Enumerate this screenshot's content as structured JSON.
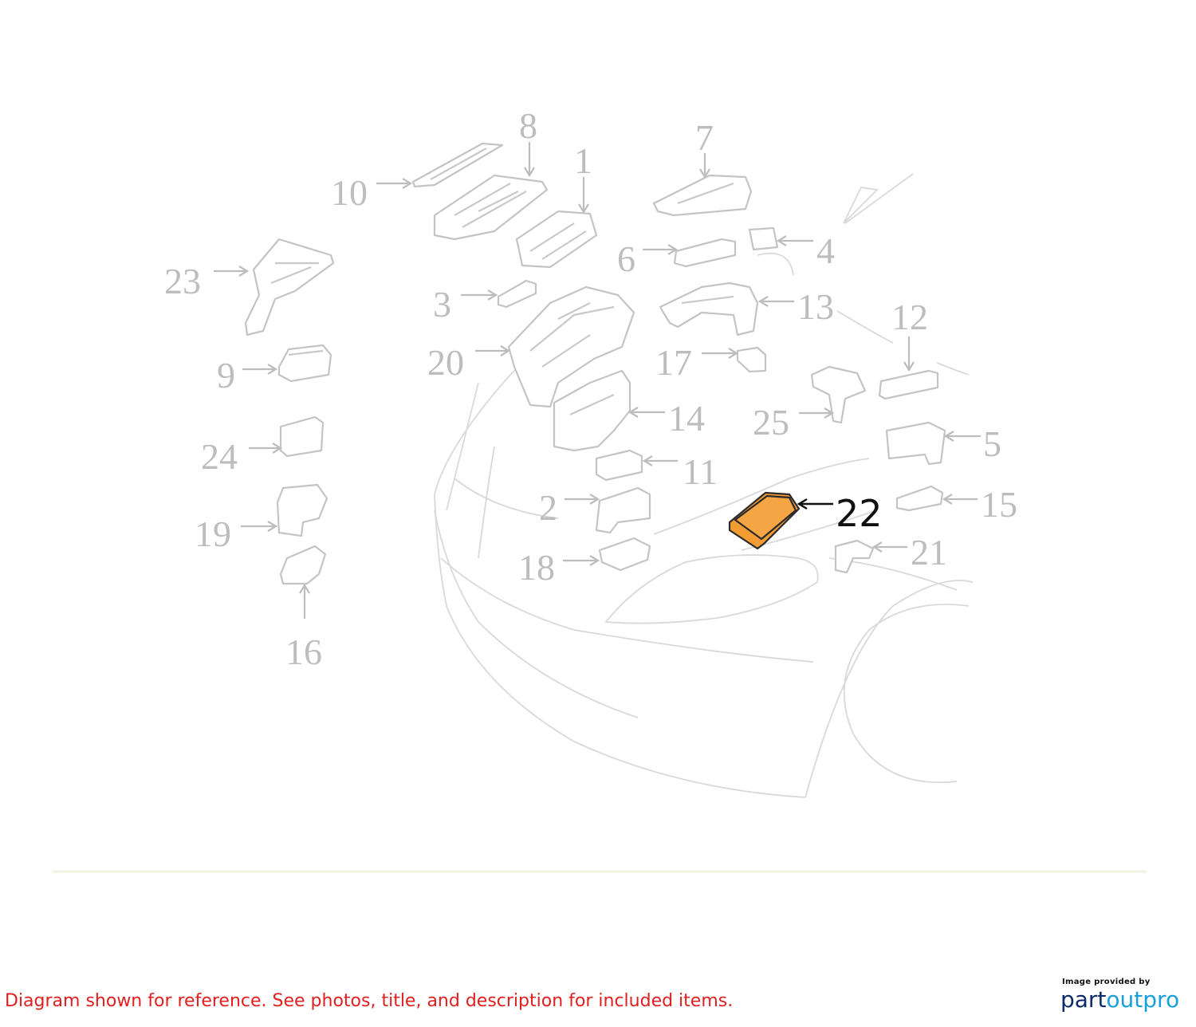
{
  "diagram": {
    "labels": [
      "10",
      "8",
      "1",
      "7",
      "6",
      "4",
      "23",
      "3",
      "13",
      "12",
      "20",
      "17",
      "9",
      "14",
      "25",
      "24",
      "5",
      "11",
      "2",
      "22",
      "15",
      "19",
      "21",
      "18",
      "16"
    ],
    "highlighted_part": "22",
    "highlight_color": "#f39c33"
  },
  "footer": {
    "note": "Diagram shown for reference. See photos, title, and description for included items.",
    "provided_by": "Image provided by",
    "logo_part1": "part",
    "logo_part2": "outpro"
  }
}
